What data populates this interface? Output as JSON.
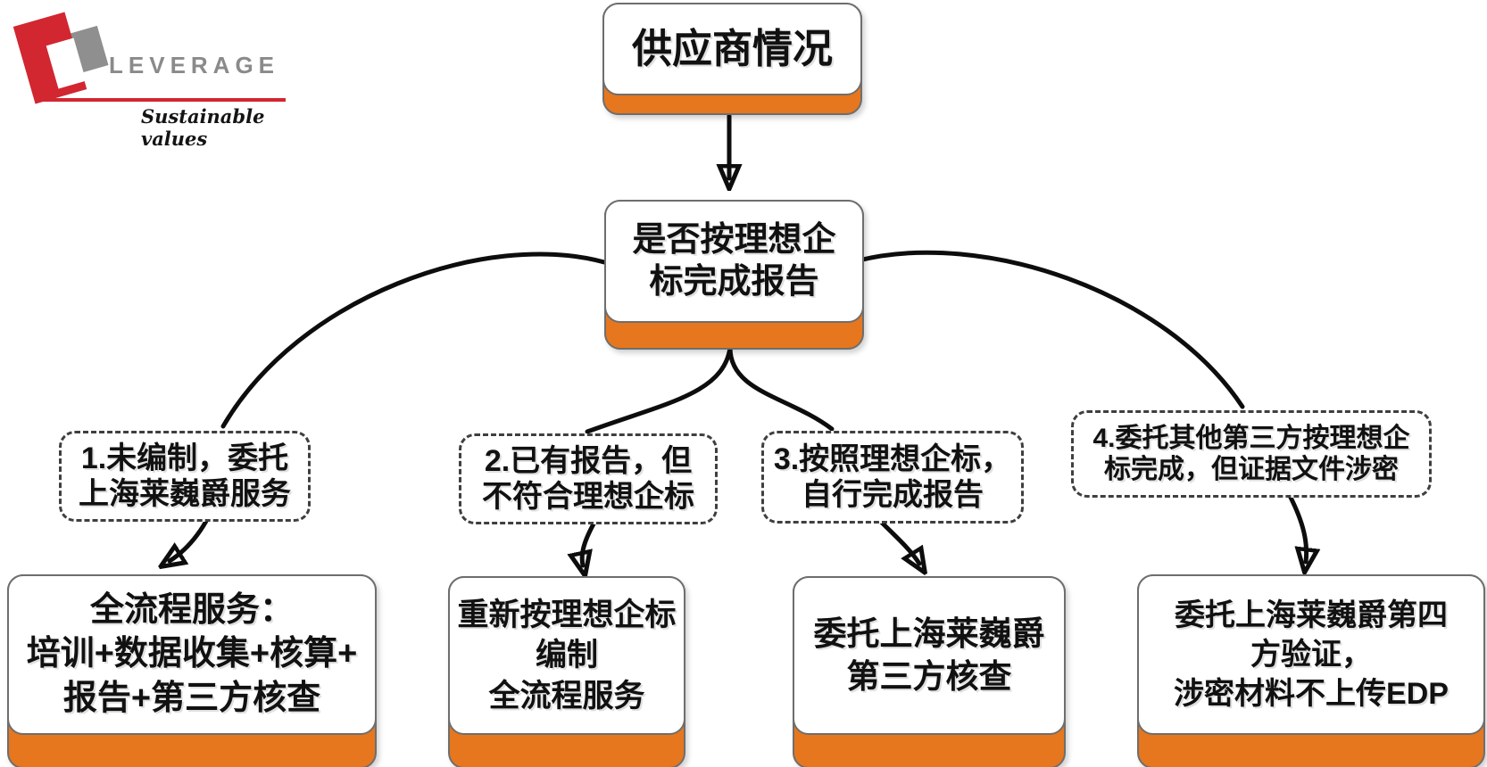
{
  "logo": {
    "brand": "LEVERAGE",
    "tagline": "Sustainable values",
    "brand_color": "#8a8a8a",
    "accent_red": "#d22630"
  },
  "colors": {
    "node_base_orange": "#e6771e",
    "node_border_gray": "#6e6e6e",
    "connector_black": "#0d0d0d",
    "text": "#111111"
  },
  "flowchart": {
    "start": {
      "lines": [
        "供应商情况"
      ]
    },
    "decision": {
      "lines": [
        "是否按理想企",
        "标完成报告"
      ]
    },
    "branches": [
      {
        "condition_lines": [
          "1.未编制，委托",
          "上海莱巍爵服务"
        ],
        "result_lines": [
          "全流程服务：",
          "培训+数据收集+核算+",
          "报告+第三方核查"
        ]
      },
      {
        "condition_lines": [
          "2.已有报告，但",
          "不符合理想企标"
        ],
        "result_lines": [
          "重新按理想企标",
          "编制",
          "全流程服务"
        ]
      },
      {
        "condition_lines": [
          "3.按照理想企标，",
          "自行完成报告"
        ],
        "result_lines": [
          "委托上海莱巍爵",
          "第三方核查"
        ]
      },
      {
        "condition_lines": [
          "4.委托其他第三方按理想企",
          "标完成，但证据文件涉密"
        ],
        "result_lines": [
          "委托上海莱巍爵第四",
          "方验证，",
          "涉密材料不上传EDP"
        ]
      }
    ]
  }
}
